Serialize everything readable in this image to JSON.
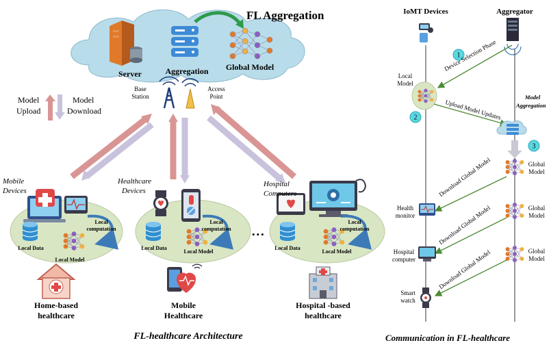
{
  "colors": {
    "cloud": "#b9dcea",
    "oval": "#d9e6c4",
    "upload_arrow": "#d99594",
    "download_arrow": "#c9c2dc",
    "green_arrow": "#4e8a35",
    "step_circle": "#5ad7e0"
  },
  "left": {
    "title": "FL Aggregation",
    "server_label": "Server",
    "aggregation_label": "Aggregation",
    "global_model_label": "Global Model",
    "legend": {
      "upload_line1": "Model",
      "upload_line2": "Upload",
      "download_line1": "Model",
      "download_line2": "Download"
    },
    "base_station_line1": "Base",
    "base_station_line2": "Station",
    "access_point_line1": "Access",
    "access_point_line2": "Point",
    "groups": [
      {
        "category_line1": "Mobile",
        "category_line2": "Devices",
        "local_computation_line1": "Local",
        "local_computation_line2": "computation",
        "local_data": "Local Data",
        "local_model": "Local Model",
        "bottom_line1": "Home-based",
        "bottom_line2": "healthcare"
      },
      {
        "category_line1": "Healthcare",
        "category_line2": "Devices",
        "local_computation_line1": "Local",
        "local_computation_line2": "computation",
        "local_data": "Local Data",
        "local_model": "Local Model",
        "bottom_line1": "Mobile",
        "bottom_line2": "Healthcare"
      },
      {
        "category_line1": "Hospital",
        "category_line2": "Computers",
        "local_computation_line1": "Local",
        "local_computation_line2": "computation",
        "local_data": "Local Data",
        "local_model": "Local Model",
        "bottom_line1": "Hospital -based",
        "bottom_line2": "healthcare"
      }
    ],
    "ellipsis": "•••",
    "caption": "FL-healthcare Architecture"
  },
  "right": {
    "iomt_title": "IoMT Devices",
    "aggregator_title": "Aggregator",
    "local_model_line1": "Local",
    "local_model_line2": "Model",
    "device_selection": "Device Selection Phase",
    "upload_updates": "Upload Model Updates",
    "model_aggregation_line1": "Model",
    "model_aggregation_line2": "Aggregation",
    "steps": [
      "1",
      "2",
      "3"
    ],
    "download_label": "Download Global Model",
    "global_model_line1": "Global",
    "global_model_line2": "Model",
    "devices": [
      {
        "line1": "Health",
        "line2": "monitor"
      },
      {
        "line1": "Hospital",
        "line2": "computer"
      },
      {
        "line1": "Smart",
        "line2": "watch"
      }
    ],
    "caption": "Communication in FL-healthcare"
  }
}
